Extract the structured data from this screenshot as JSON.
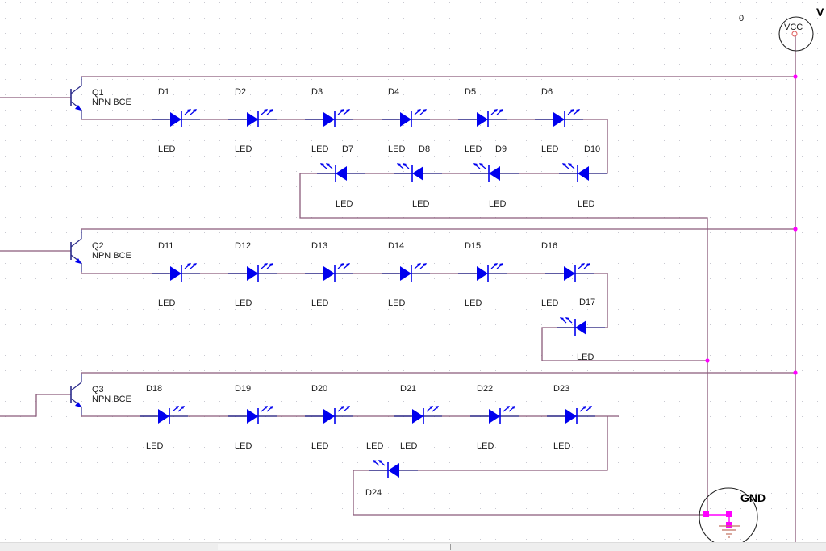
{
  "diagram": {
    "title": "LED driver schematic",
    "colors": {
      "wire": "#8a5a7a",
      "component": "#0000ee",
      "junction": "#ff00ff",
      "grid": "#c8c8d0",
      "text": "#1a1a1a"
    },
    "power": {
      "label": "VCC",
      "corner_label": "V",
      "marker": "0"
    },
    "ground": {
      "label": "GND"
    },
    "transistors": [
      {
        "ref": "Q1",
        "type": "NPN BCE"
      },
      {
        "ref": "Q2",
        "type": "NPN BCE"
      },
      {
        "ref": "Q3",
        "type": "NPN BCE"
      }
    ],
    "leds": [
      {
        "ref": "D1",
        "value": "LED",
        "direction": "right"
      },
      {
        "ref": "D2",
        "value": "LED",
        "direction": "right"
      },
      {
        "ref": "D3",
        "value": "LED",
        "direction": "right"
      },
      {
        "ref": "D4",
        "value": "LED",
        "direction": "right"
      },
      {
        "ref": "D5",
        "value": "LED",
        "direction": "right"
      },
      {
        "ref": "D6",
        "value": "LED",
        "direction": "right"
      },
      {
        "ref": "D7",
        "value": "LED",
        "direction": "left"
      },
      {
        "ref": "D8",
        "value": "LED",
        "direction": "left"
      },
      {
        "ref": "D9",
        "value": "LED",
        "direction": "left"
      },
      {
        "ref": "D10",
        "value": "LED",
        "direction": "left"
      },
      {
        "ref": "D11",
        "value": "LED",
        "direction": "right"
      },
      {
        "ref": "D12",
        "value": "LED",
        "direction": "right"
      },
      {
        "ref": "D13",
        "value": "LED",
        "direction": "right"
      },
      {
        "ref": "D14",
        "value": "LED",
        "direction": "right"
      },
      {
        "ref": "D15",
        "value": "LED",
        "direction": "right"
      },
      {
        "ref": "D16",
        "value": "LED",
        "direction": "right"
      },
      {
        "ref": "D17",
        "value": "LED",
        "direction": "left"
      },
      {
        "ref": "D18",
        "value": "LED",
        "direction": "right"
      },
      {
        "ref": "D19",
        "value": "LED",
        "direction": "right"
      },
      {
        "ref": "D20",
        "value": "LED",
        "direction": "right"
      },
      {
        "ref": "D21",
        "value": "LED",
        "direction": "right"
      },
      {
        "ref": "D22",
        "value": "LED",
        "direction": "right"
      },
      {
        "ref": "D23",
        "value": "LED",
        "direction": "right"
      },
      {
        "ref": "D24",
        "value": "LED",
        "direction": "left"
      }
    ]
  }
}
